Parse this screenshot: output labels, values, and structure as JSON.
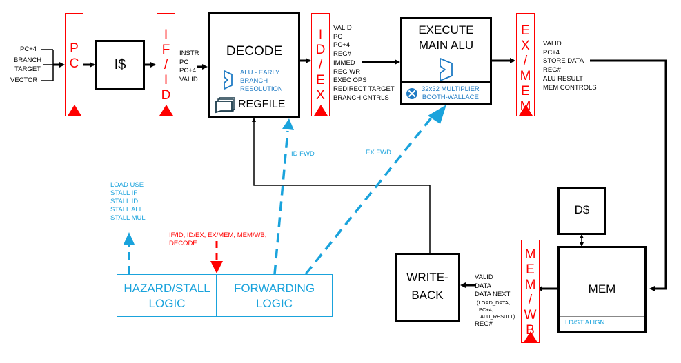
{
  "inputs": {
    "pc_plus4": "PC+4",
    "branch_target": [
      "BRANCH",
      "TARGET"
    ],
    "vector": "VECTOR"
  },
  "registers": {
    "pc": {
      "letters": [
        "P",
        "C"
      ]
    },
    "if_id": {
      "letters": [
        "I",
        "F",
        "/",
        "I",
        "D"
      ]
    },
    "id_ex": {
      "letters": [
        "I",
        "D",
        "/",
        "E",
        "X"
      ]
    },
    "ex_mem": {
      "letters": [
        "E",
        "X",
        "/",
        "M",
        "E",
        "M"
      ]
    },
    "mem_wb": {
      "letters": [
        "M",
        "E",
        "M",
        "/",
        "W",
        "B"
      ]
    }
  },
  "blocks": {
    "icache": {
      "title": "I$"
    },
    "decode": {
      "title": "DECODE",
      "alu_label": [
        "ALU - EARLY",
        "BRANCH",
        "RESOLUTION"
      ],
      "regfile_label": "REGFILE"
    },
    "execute": {
      "title": [
        "EXECUTE",
        "MAIN ALU"
      ],
      "multiplier_label": [
        "32x32 MULTIPLIER",
        "BOOTH-WALLACE"
      ]
    },
    "dcache": {
      "title": "D$"
    },
    "mem": {
      "title": "MEM",
      "align_label": "LD/ST ALIGN"
    },
    "writeback": {
      "title": [
        "WRITE-",
        "BACK"
      ]
    },
    "hazard": {
      "title": [
        "HAZARD/STALL",
        "LOGIC"
      ]
    },
    "forwarding": {
      "title": [
        "FORWARDING",
        "LOGIC"
      ]
    }
  },
  "signals": {
    "if_id_out": [
      "INSTR",
      "PC",
      "PC+4",
      "VALID"
    ],
    "id_ex_out": [
      "VALID",
      "PC",
      "PC+4",
      "REG#",
      "IMMED",
      "REG WR",
      "EXEC OPS",
      "REDIRECT TARGET",
      "BRANCH CNTRLS"
    ],
    "ex_mem_out": [
      "VALID",
      "PC+4",
      "STORE DATA",
      "REG#",
      "ALU RESULT",
      "MEM CONTROLS"
    ],
    "mem_wb_out": [
      "VALID",
      "DATA",
      "DATA NEXT"
    ],
    "mem_wb_sub": [
      "(LOAD_DATA,",
      "PC+4,",
      "ALU_RESULT)"
    ],
    "mem_wb_last": "REG#",
    "stall_outputs": [
      "LOAD USE",
      "STALL IF",
      "STALL ID",
      "STALL ALL",
      "STALL MUL"
    ],
    "flush_targets": [
      "IF/ID, ID/EX, EX/MEM, MEM/WB,",
      "DECODE"
    ],
    "id_fwd": "ID FWD",
    "ex_fwd": "EX FWD"
  },
  "colors": {
    "pipeline_register": "#ff0000",
    "control_logic": "#1aa3dc",
    "datapath": "#000000",
    "icon_blue": "#1f7bc4"
  }
}
